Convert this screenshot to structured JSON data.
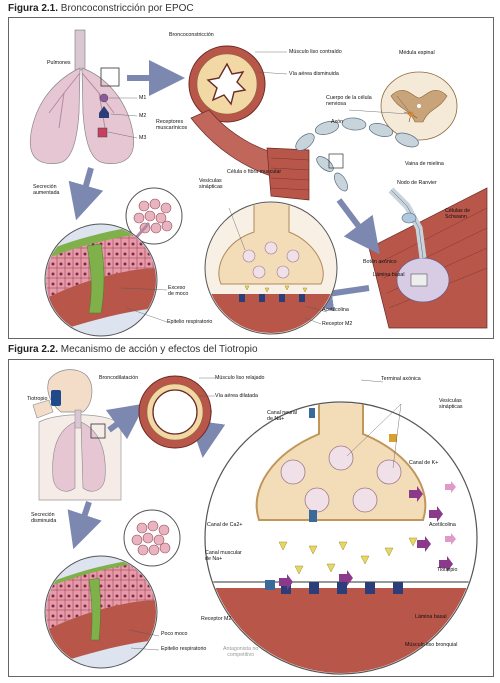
{
  "figure1": {
    "number": "Figura 2.1.",
    "title": "Broncoconstricción por EPOC",
    "labels": {
      "broncoconstriccion": "Broncoconstricción",
      "pulmones": "Pulmones",
      "m1": "M1",
      "m2": "M2",
      "m3": "M3",
      "receptores": "Receptores\nmuscarínicos",
      "musculo_liso_contraido": "Músculo liso contraído",
      "via_aerea_disminuida": "Vía aérea disminuida",
      "medula_espinal": "Médula espinal",
      "cuerpo_celula": "Cuerpo de la célula\nnerviosa",
      "axon": "Axón",
      "vaina_mielina": "Vaina de mielina",
      "celula_fibra": "Célula o fibra muscular",
      "nodo_ranvier": "Nodo de Ranvier",
      "celulas_schwann": "Células de\nSchwann",
      "boton_axonico": "Botón axónico",
      "lamina_basal": "Lámina basal",
      "secrecion_aumentada": "Secreción\naumentada",
      "vesiculas": "Vesículas\nsinápticas",
      "exceso_moco": "Exceso\nde moco",
      "epitelio": "Epitelio respiratorio",
      "acetilcolina": "Acetilcolina",
      "receptor_m2": "Receptor M2"
    }
  },
  "figure2": {
    "number": "Figura 2.2.",
    "title": "Mecanismo de acción y efectos del Tiotropio",
    "labels": {
      "broncodilatacion": "Broncodilatación",
      "tiotropio_person": "Tiotropio",
      "musculo_liso_relajado": "Músculo liso relajado",
      "via_aerea_dilatada": "Vía aérea dilatada",
      "terminal_axonica": "Terminal axónica",
      "canal_neural_na": "Canal neural\nde Na+",
      "vesiculas": "Vesículas\nsinápticas",
      "canal_k": "Canal de K+",
      "secrecion_disminuida": "Secreción\ndisminuida",
      "canal_ca": "Canal de Ca2+",
      "acetilcolina": "Acetilcolina",
      "canal_muscular_na": "Canal muscular\nde Na+",
      "tiotropio": "Tiotropio",
      "receptor_m2": "Receptor M2",
      "lamina_basal": "Lámina basal",
      "poco_moco": "Poco moco",
      "epitelio": "Epitelio respiratorio",
      "antagonista": "Antagonista no\ncompetitivo",
      "musculo_liso_bronquial": "Músculo liso bronquial"
    }
  },
  "colors": {
    "muscle": "#b8564a",
    "mucus": "#7fb04a",
    "neuron": "#f3dcb8",
    "lung": "#e7c6d4",
    "receptor": "#2c3e7a",
    "arrow": "#7c88b0",
    "tiotropio": "#8b3a8b"
  }
}
